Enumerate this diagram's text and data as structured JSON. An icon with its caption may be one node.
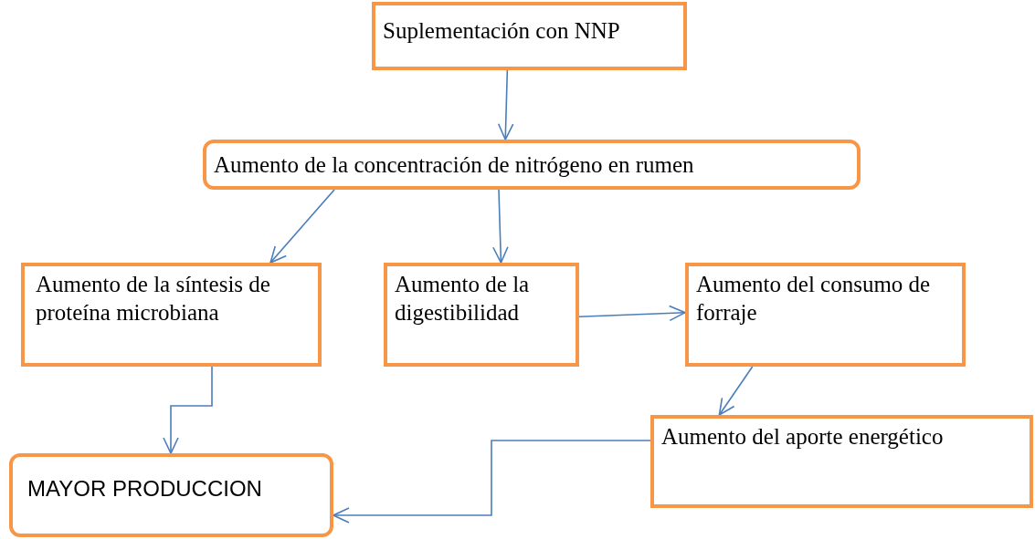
{
  "diagram": {
    "nodes": [
      {
        "text": [
          "Suplementación con NNP"
        ]
      },
      {
        "text": [
          "Aumento de la concentración de nitrógeno en rumen"
        ]
      },
      {
        "text": [
          "Aumento de la síntesis de proteína microbiana"
        ]
      },
      {
        "text": [
          "Aumento de la digestibilidad"
        ]
      },
      {
        "text": [
          "Aumento del consumo de forraje"
        ]
      },
      {
        "text": [
          "Aumento del aporte energético"
        ]
      },
      {
        "text": [
          "MAYOR PRODUCCION"
        ]
      }
    ],
    "edges": [
      {
        "from": 0,
        "to": 1,
        "arrow": "to"
      },
      {
        "from": 1,
        "to": 2,
        "arrow": "to"
      },
      {
        "from": 1,
        "to": 3,
        "arrow": "to"
      },
      {
        "from": 3,
        "to": 4,
        "arrow": "to"
      },
      {
        "from": 4,
        "to": 5,
        "arrow": "to"
      },
      {
        "from": 2,
        "to": 6,
        "arrow": "to"
      },
      {
        "from": 5,
        "to": 6,
        "arrow": "to"
      }
    ]
  }
}
